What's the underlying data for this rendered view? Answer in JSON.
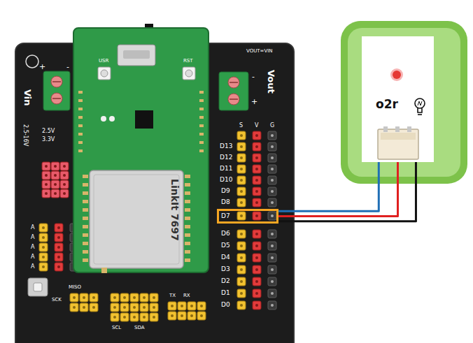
{
  "diagram": {
    "nodes": [
      {
        "text": [
          "Vin",
          "Vout"
        ]
      },
      {
        "text": [
          "LinkIt 7697"
        ],
        "in": 0
      },
      {
        "text": [
          "D7"
        ],
        "in": 0
      },
      {
        "text": [
          "o2r"
        ]
      }
    ],
    "edges": [
      {
        "from": 2,
        "to": 3,
        "arrow": "none"
      },
      {
        "from": 2,
        "to": 3,
        "arrow": "none"
      },
      {
        "from": 2,
        "to": 3,
        "arrow": "none"
      }
    ],
    "labels": [
      "D13",
      "D12",
      "D11",
      "D10",
      "D9",
      "D8",
      "D6",
      "D5",
      "D4",
      "D3",
      "D2",
      "D1",
      "D0",
      "S",
      "V",
      "G",
      "VOUT=VIN",
      "2.5-16V",
      "3.3V",
      "2.5V",
      "+",
      "-",
      "-",
      "+",
      "A",
      "A",
      "A",
      "A",
      "A",
      "SCK",
      "MISO",
      "SCL",
      "SDA",
      "TX",
      "RX",
      "USR",
      "RST"
    ]
  }
}
